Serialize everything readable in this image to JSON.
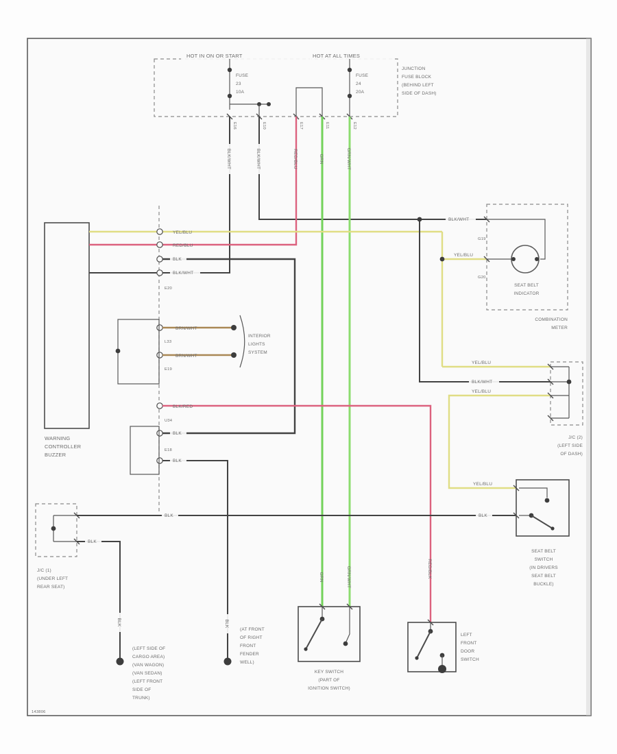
{
  "power": {
    "left": "HOT IN ON OR START",
    "right": "HOT AT ALL TIMES"
  },
  "fuse_block": {
    "label": [
      "JUNCTION",
      "FUSE BLOCK",
      "(BEHIND LEFT",
      "SIDE OF DASH)"
    ],
    "fuse1": [
      "FUSE",
      "23",
      "10A"
    ],
    "fuse2": [
      "FUSE",
      "24",
      "20A"
    ]
  },
  "wires": {
    "yel_blu": "YEL/BLU",
    "red_blu": "RED/BLU",
    "blk": "BLK",
    "blk_wht": "BLK/WHT",
    "brn_wht": "BRN/WHT",
    "blk_red": "BLK/RED",
    "red_blk": "RED/BLK",
    "grn": "GRN",
    "grn_wht": "GRN/WHT"
  },
  "codes": {
    "e20": "E20",
    "l33": "L33",
    "e19": "E19",
    "u34": "U34",
    "e18": "E18",
    "g19": "G19",
    "g20": "G20",
    "v1": "E16",
    "v2": "E10",
    "v3": "E17",
    "v4": "E11",
    "v5": "E12"
  },
  "components": {
    "warning_controller": [
      "WARNING",
      "CONTROLLER",
      "BUZZER"
    ],
    "interior_lights": [
      "INTERIOR",
      "LIGHTS",
      "SYSTEM"
    ],
    "seat_belt_indicator": [
      "SEAT BELT",
      "INDICATOR"
    ],
    "combination_meter": [
      "COMBINATION",
      "METER"
    ],
    "jc_dash": [
      "J/C (2)",
      "(LEFT SIDE",
      "OF DASH)"
    ],
    "jc_rear": [
      "J/C (1)",
      "(UNDER LEFT",
      "REAR SEAT)"
    ],
    "seat_belt_switch": [
      "SEAT BELT",
      "SWITCH",
      "(IN DRIVERS",
      "SEAT BELT",
      "BUCKLE)"
    ],
    "key_switch": [
      "KEY SWITCH",
      "(PART OF",
      "IGNITION SWITCH)"
    ],
    "door_switch": [
      "LEFT",
      "FRONT",
      "DOOR",
      "SWITCH"
    ],
    "ground_left": [
      "(LEFT SIDE OF",
      "CARGO AREA)",
      "(VAN WAGON)",
      "(VAN SEDAN)",
      "(LEFT FRONT",
      "SIDE OF",
      "TRUNK)"
    ],
    "ground_right": [
      "(AT FRONT",
      "OF RIGHT",
      "FRONT",
      "FENDER",
      "WELL)"
    ]
  },
  "footer": {
    "code": "143806"
  },
  "colors": {
    "green": "#72d558",
    "green_light": "#8ce06e",
    "pink": "#e0607e",
    "yellow": "#e4e184",
    "brown": "#ab8752",
    "wire_black": "#3f3f3f"
  }
}
